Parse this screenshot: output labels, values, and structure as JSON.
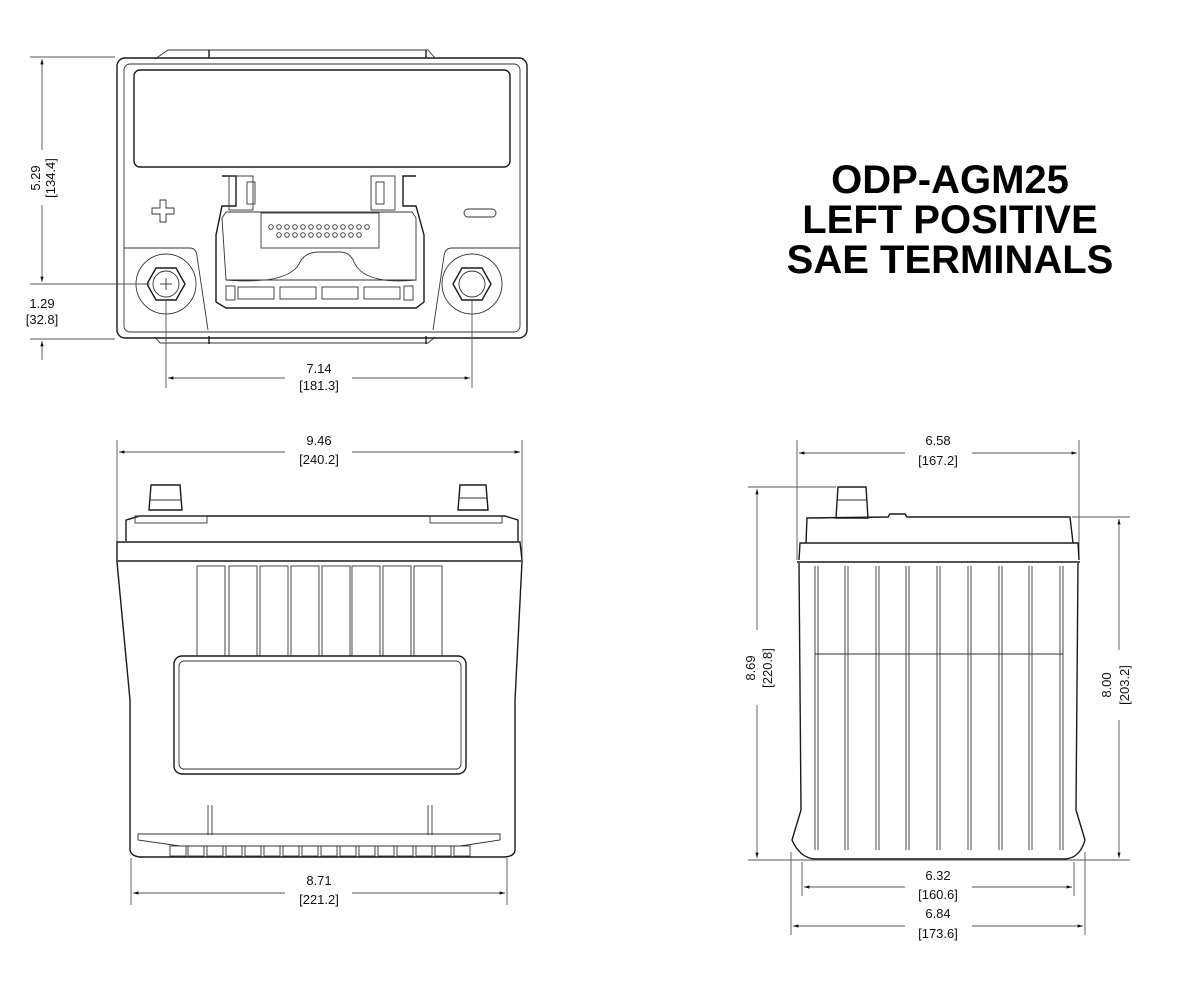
{
  "title": {
    "model": "ODP-AGM25",
    "line2": "LEFT POSITIVE",
    "line3": "SAE TERMINALS"
  },
  "top_view": {
    "height_in": "5.29",
    "height_mm": "[134.4]",
    "terminal_offset_in": "1.29",
    "terminal_offset_mm": "[32.8]",
    "terminal_spacing_in": "7.14",
    "terminal_spacing_mm": "[181.3]",
    "positive_symbol": "+",
    "negative_symbol": "−"
  },
  "front_view": {
    "top_width_in": "9.46",
    "top_width_mm": "[240.2]",
    "bottom_width_in": "8.71",
    "bottom_width_mm": "[221.2]"
  },
  "side_view": {
    "top_width_in": "6.58",
    "top_width_mm": "[167.2]",
    "total_height_in": "8.69",
    "total_height_mm": "[220.8]",
    "case_height_in": "8.00",
    "case_height_mm": "[203.2]",
    "body_width_in": "6.32",
    "body_width_mm": "[160.6]",
    "base_width_in": "6.84",
    "base_width_mm": "[173.6]"
  },
  "colors": {
    "line": "#1a1a1a",
    "background": "#ffffff"
  }
}
